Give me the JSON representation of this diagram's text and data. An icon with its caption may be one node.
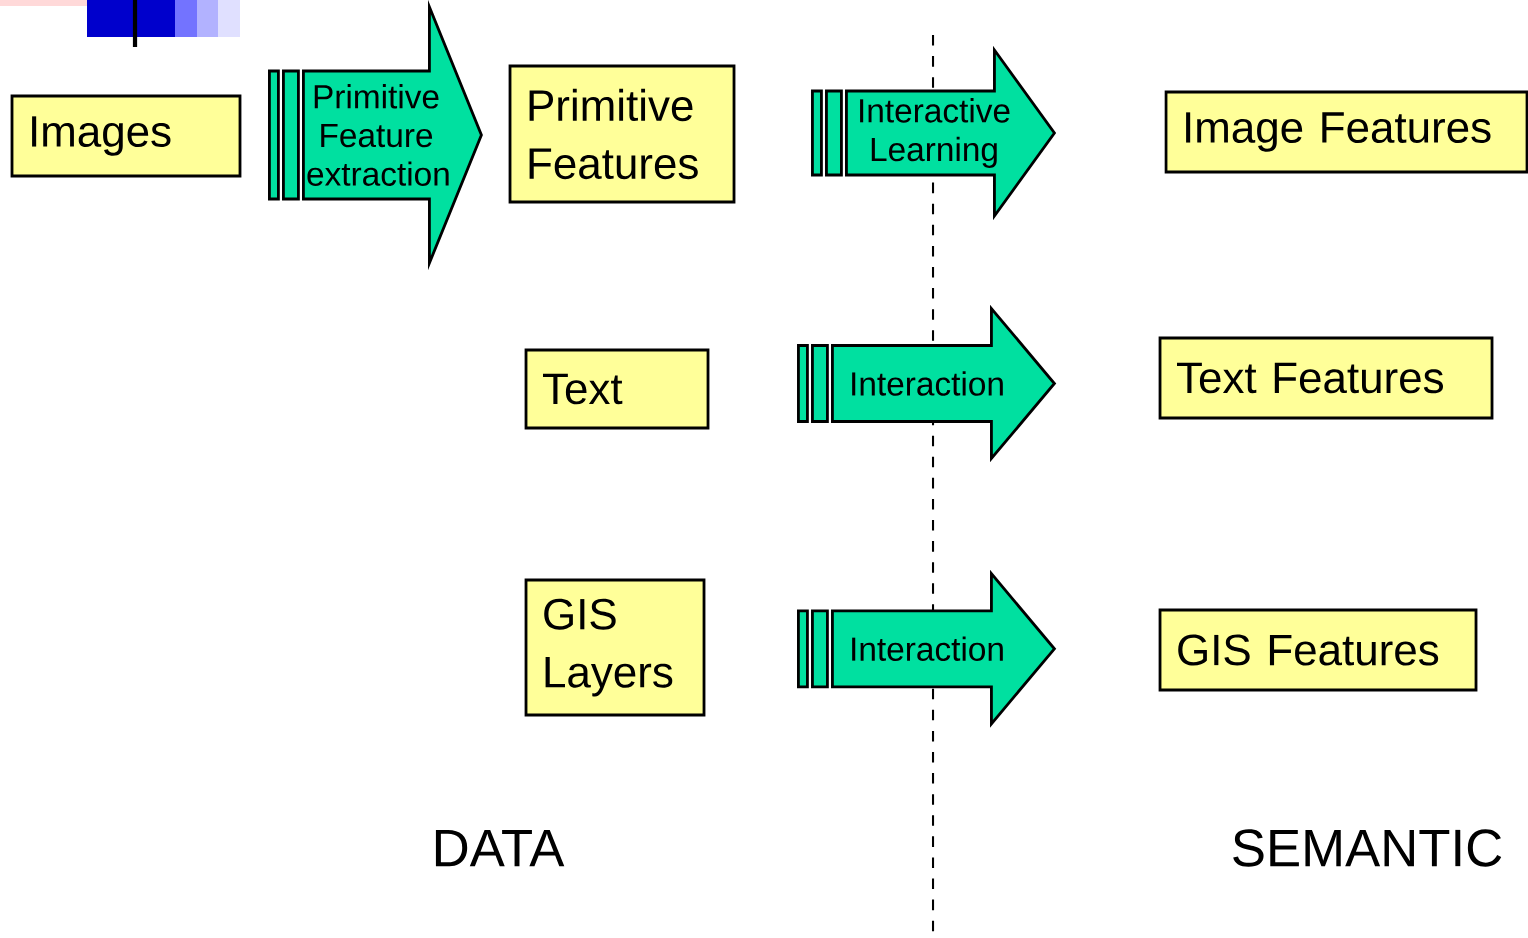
{
  "diagram": {
    "nodes": [
      {
        "text": [
          "Images"
        ]
      },
      {
        "text": [
          "Primitive Features"
        ]
      },
      {
        "text": [
          "Image Features"
        ]
      },
      {
        "text": [
          "Text"
        ]
      },
      {
        "text": [
          "Text Features"
        ]
      },
      {
        "text": [
          "GIS Layers"
        ]
      },
      {
        "text": [
          "GIS Features"
        ]
      }
    ],
    "edges": [
      {
        "from": 0,
        "to": 1,
        "arrow": "to",
        "label": "Primitive Feature extraction"
      },
      {
        "from": 1,
        "to": 2,
        "arrow": "to",
        "label": "Interactive Learning"
      },
      {
        "from": 3,
        "to": 4,
        "arrow": "to",
        "label": "Interaction"
      },
      {
        "from": 5,
        "to": 6,
        "arrow": "to",
        "label": "Interaction"
      }
    ],
    "labels": [
      "DATA",
      "SEMANTIC"
    ]
  }
}
